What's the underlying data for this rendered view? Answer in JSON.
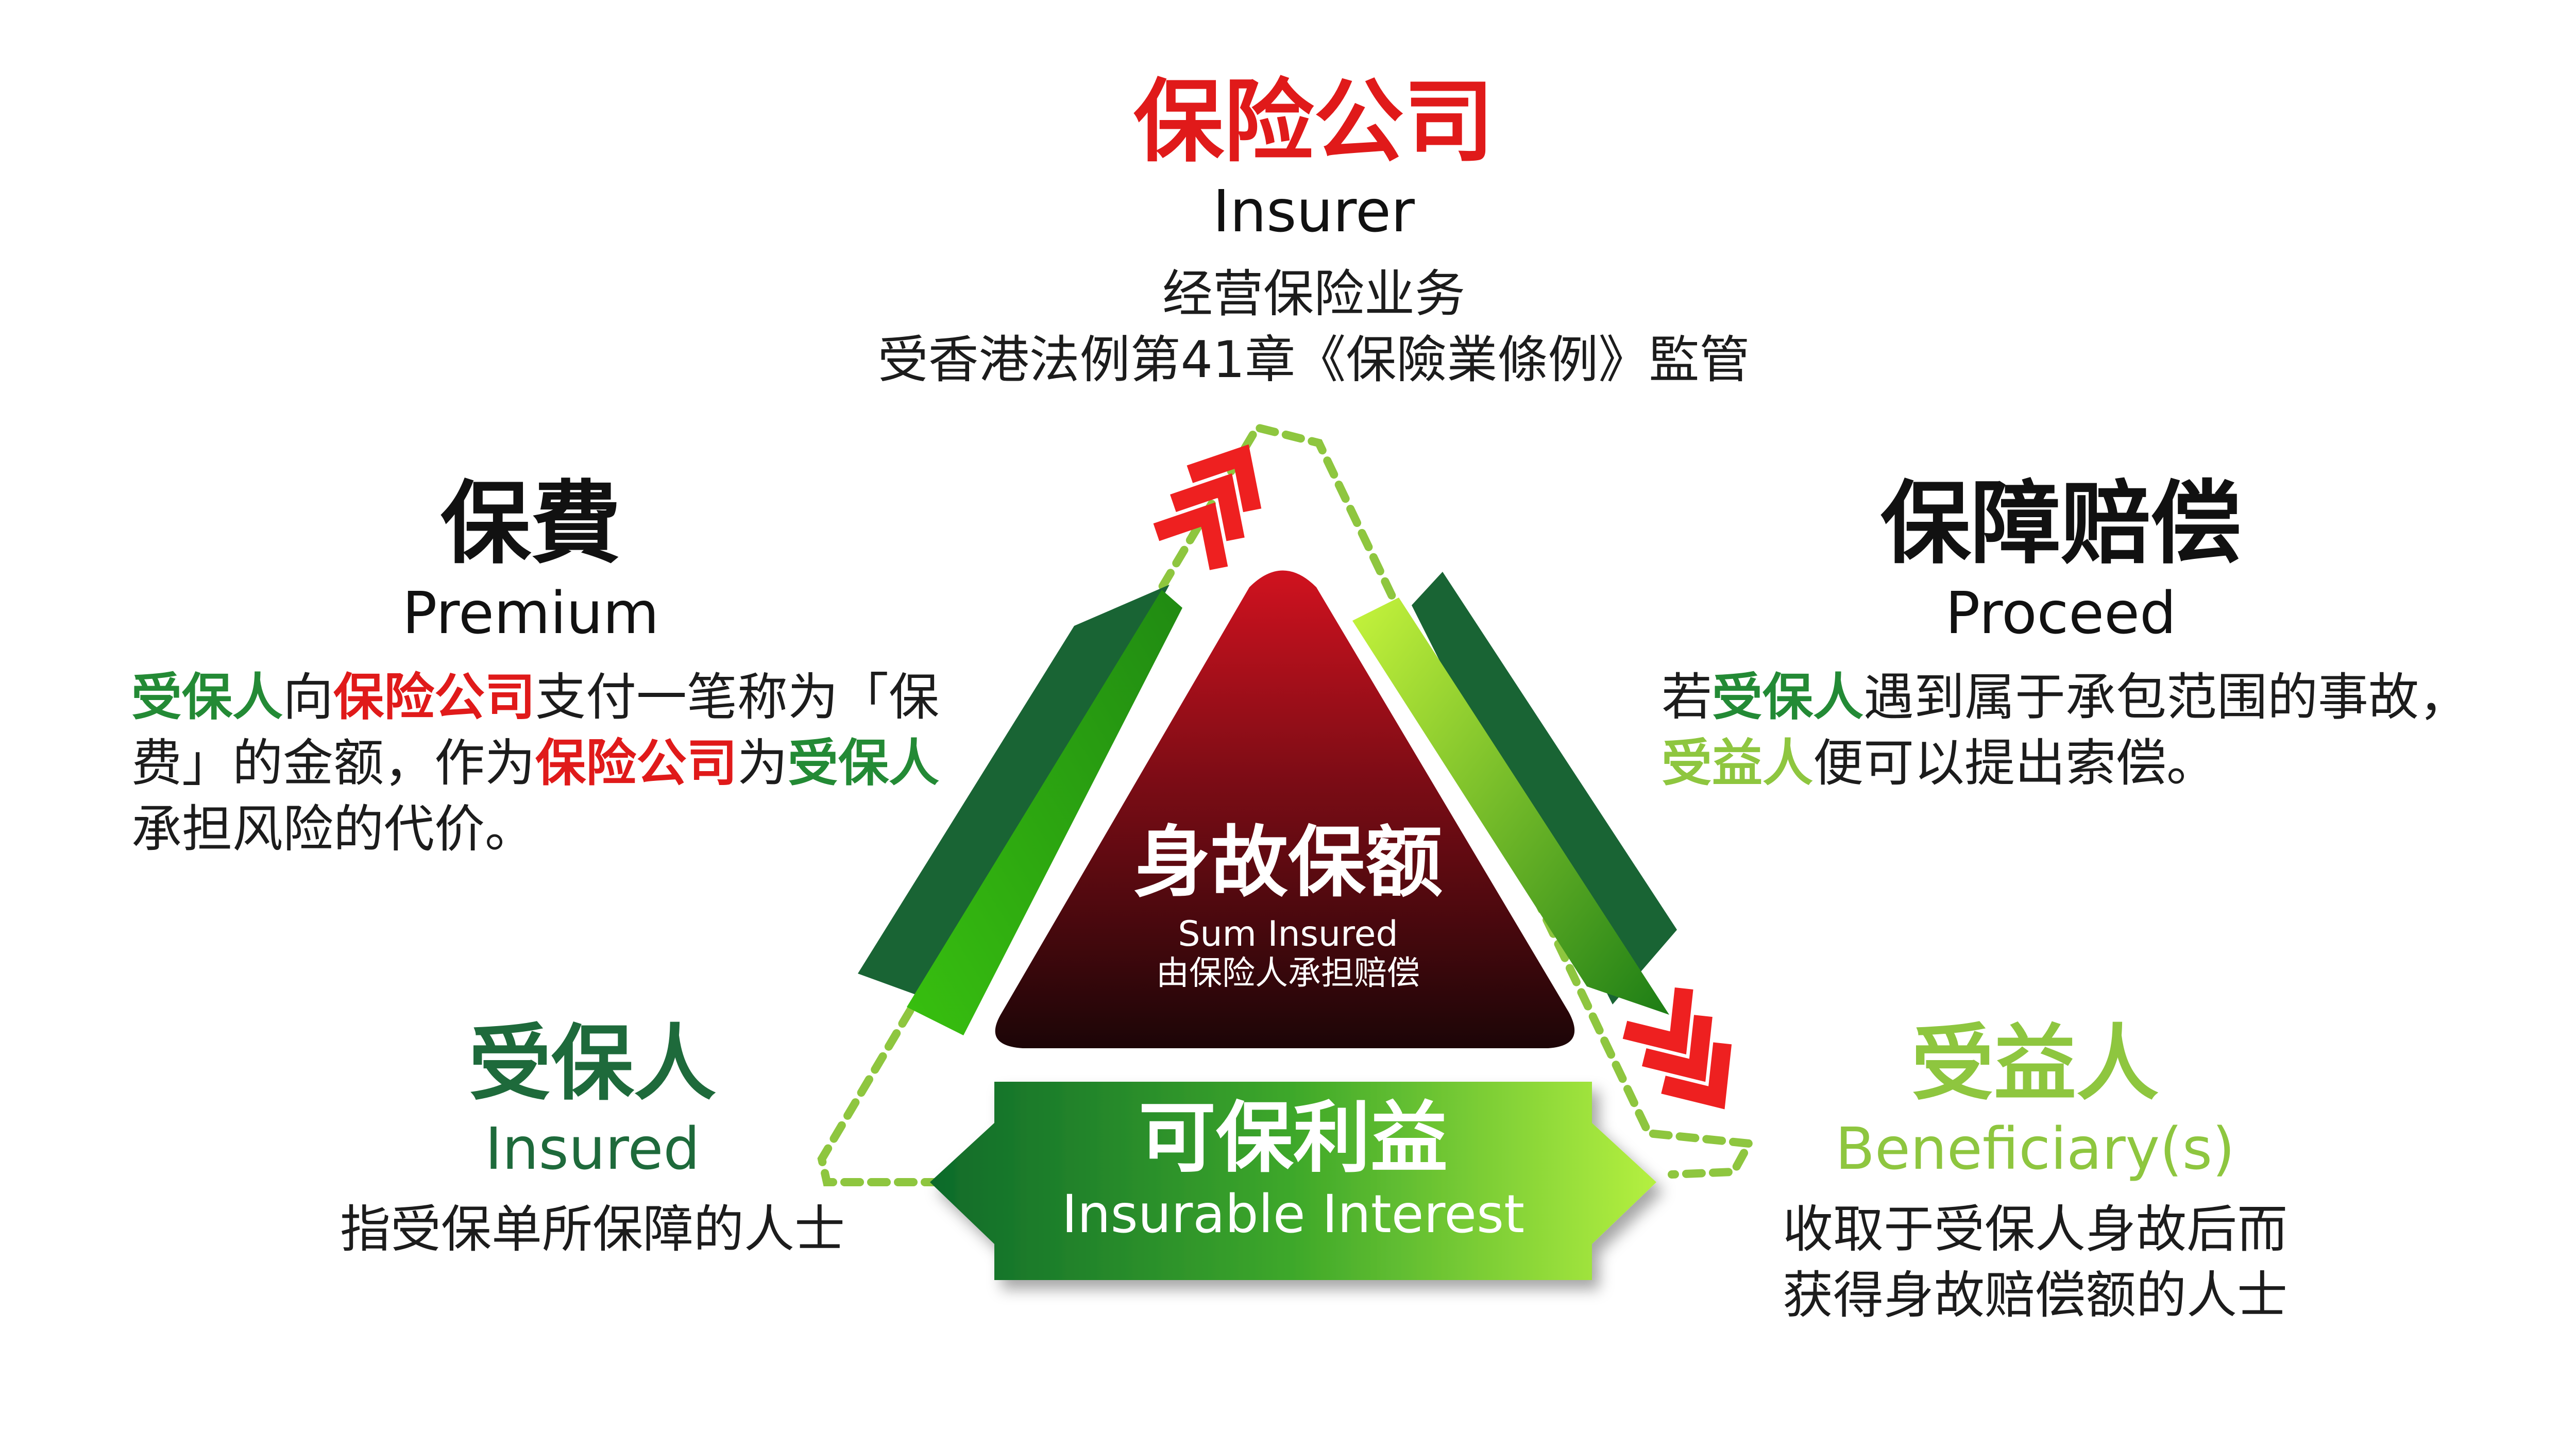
{
  "insurer": {
    "title_zh": "保险公司",
    "title_en": "Insurer",
    "desc_line1": "经营保险业务",
    "desc_line2": "受香港法例第41章《保險業條例》監管"
  },
  "premium": {
    "title_zh": "保費",
    "title_en": "Premium",
    "p1": "受保人",
    "p2": "向",
    "p3": "保险公司",
    "p4": "支付一笔称为「保",
    "p5": "费」的金额，作为",
    "p6": "保险公司",
    "p7": "为",
    "p8": "受保人",
    "p9": "承担风险的代价。"
  },
  "proceed": {
    "title_zh": "保障赔偿",
    "title_en": "Proceed",
    "p1": "若",
    "p2": "受保人",
    "p3": "遇到属于承包范围的事故，",
    "p4": "受益人",
    "p5": "便可以提出索偿。"
  },
  "insured": {
    "title_zh": "受保人",
    "title_en": "Insured",
    "desc": "指受保单所保障的人士"
  },
  "beneficiary": {
    "title_zh": "受益人",
    "title_en": "Beneficiary(s)",
    "desc_line1": "收取于受保人身故后而",
    "desc_line2": "获得身故赔偿额的人士"
  },
  "sum_insured": {
    "title_zh": "身故保额",
    "title_en": "Sum Insured",
    "desc": "由保险人承担赔偿"
  },
  "insurable_interest": {
    "title_zh": "可保利益",
    "title_en": "Insurable Interest"
  },
  "colors": {
    "red": "#e01a1a",
    "dark_green": "#1e6a3b",
    "mid_green": "#238a35",
    "light_green": "#8ec63f"
  }
}
